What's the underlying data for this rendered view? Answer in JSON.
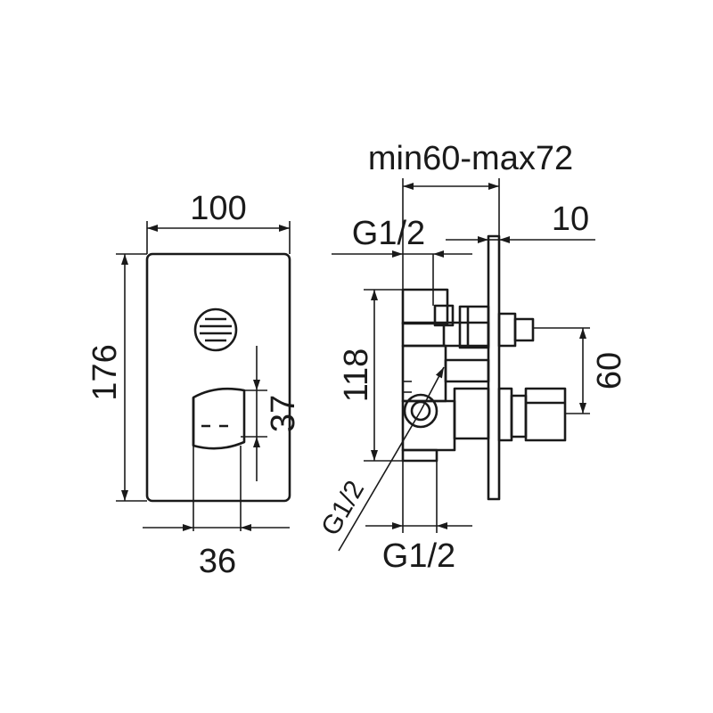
{
  "dimensions": {
    "width": "100",
    "height": "176",
    "handle_height": "37",
    "handle_width": "36",
    "install_depth": "min60-max72",
    "plate_thickness": "10",
    "thread_top": "G1/2",
    "body_height": "118",
    "outlet_spacing": "60",
    "thread_diagonal": "G1/2",
    "thread_bottom": "G1/2"
  }
}
